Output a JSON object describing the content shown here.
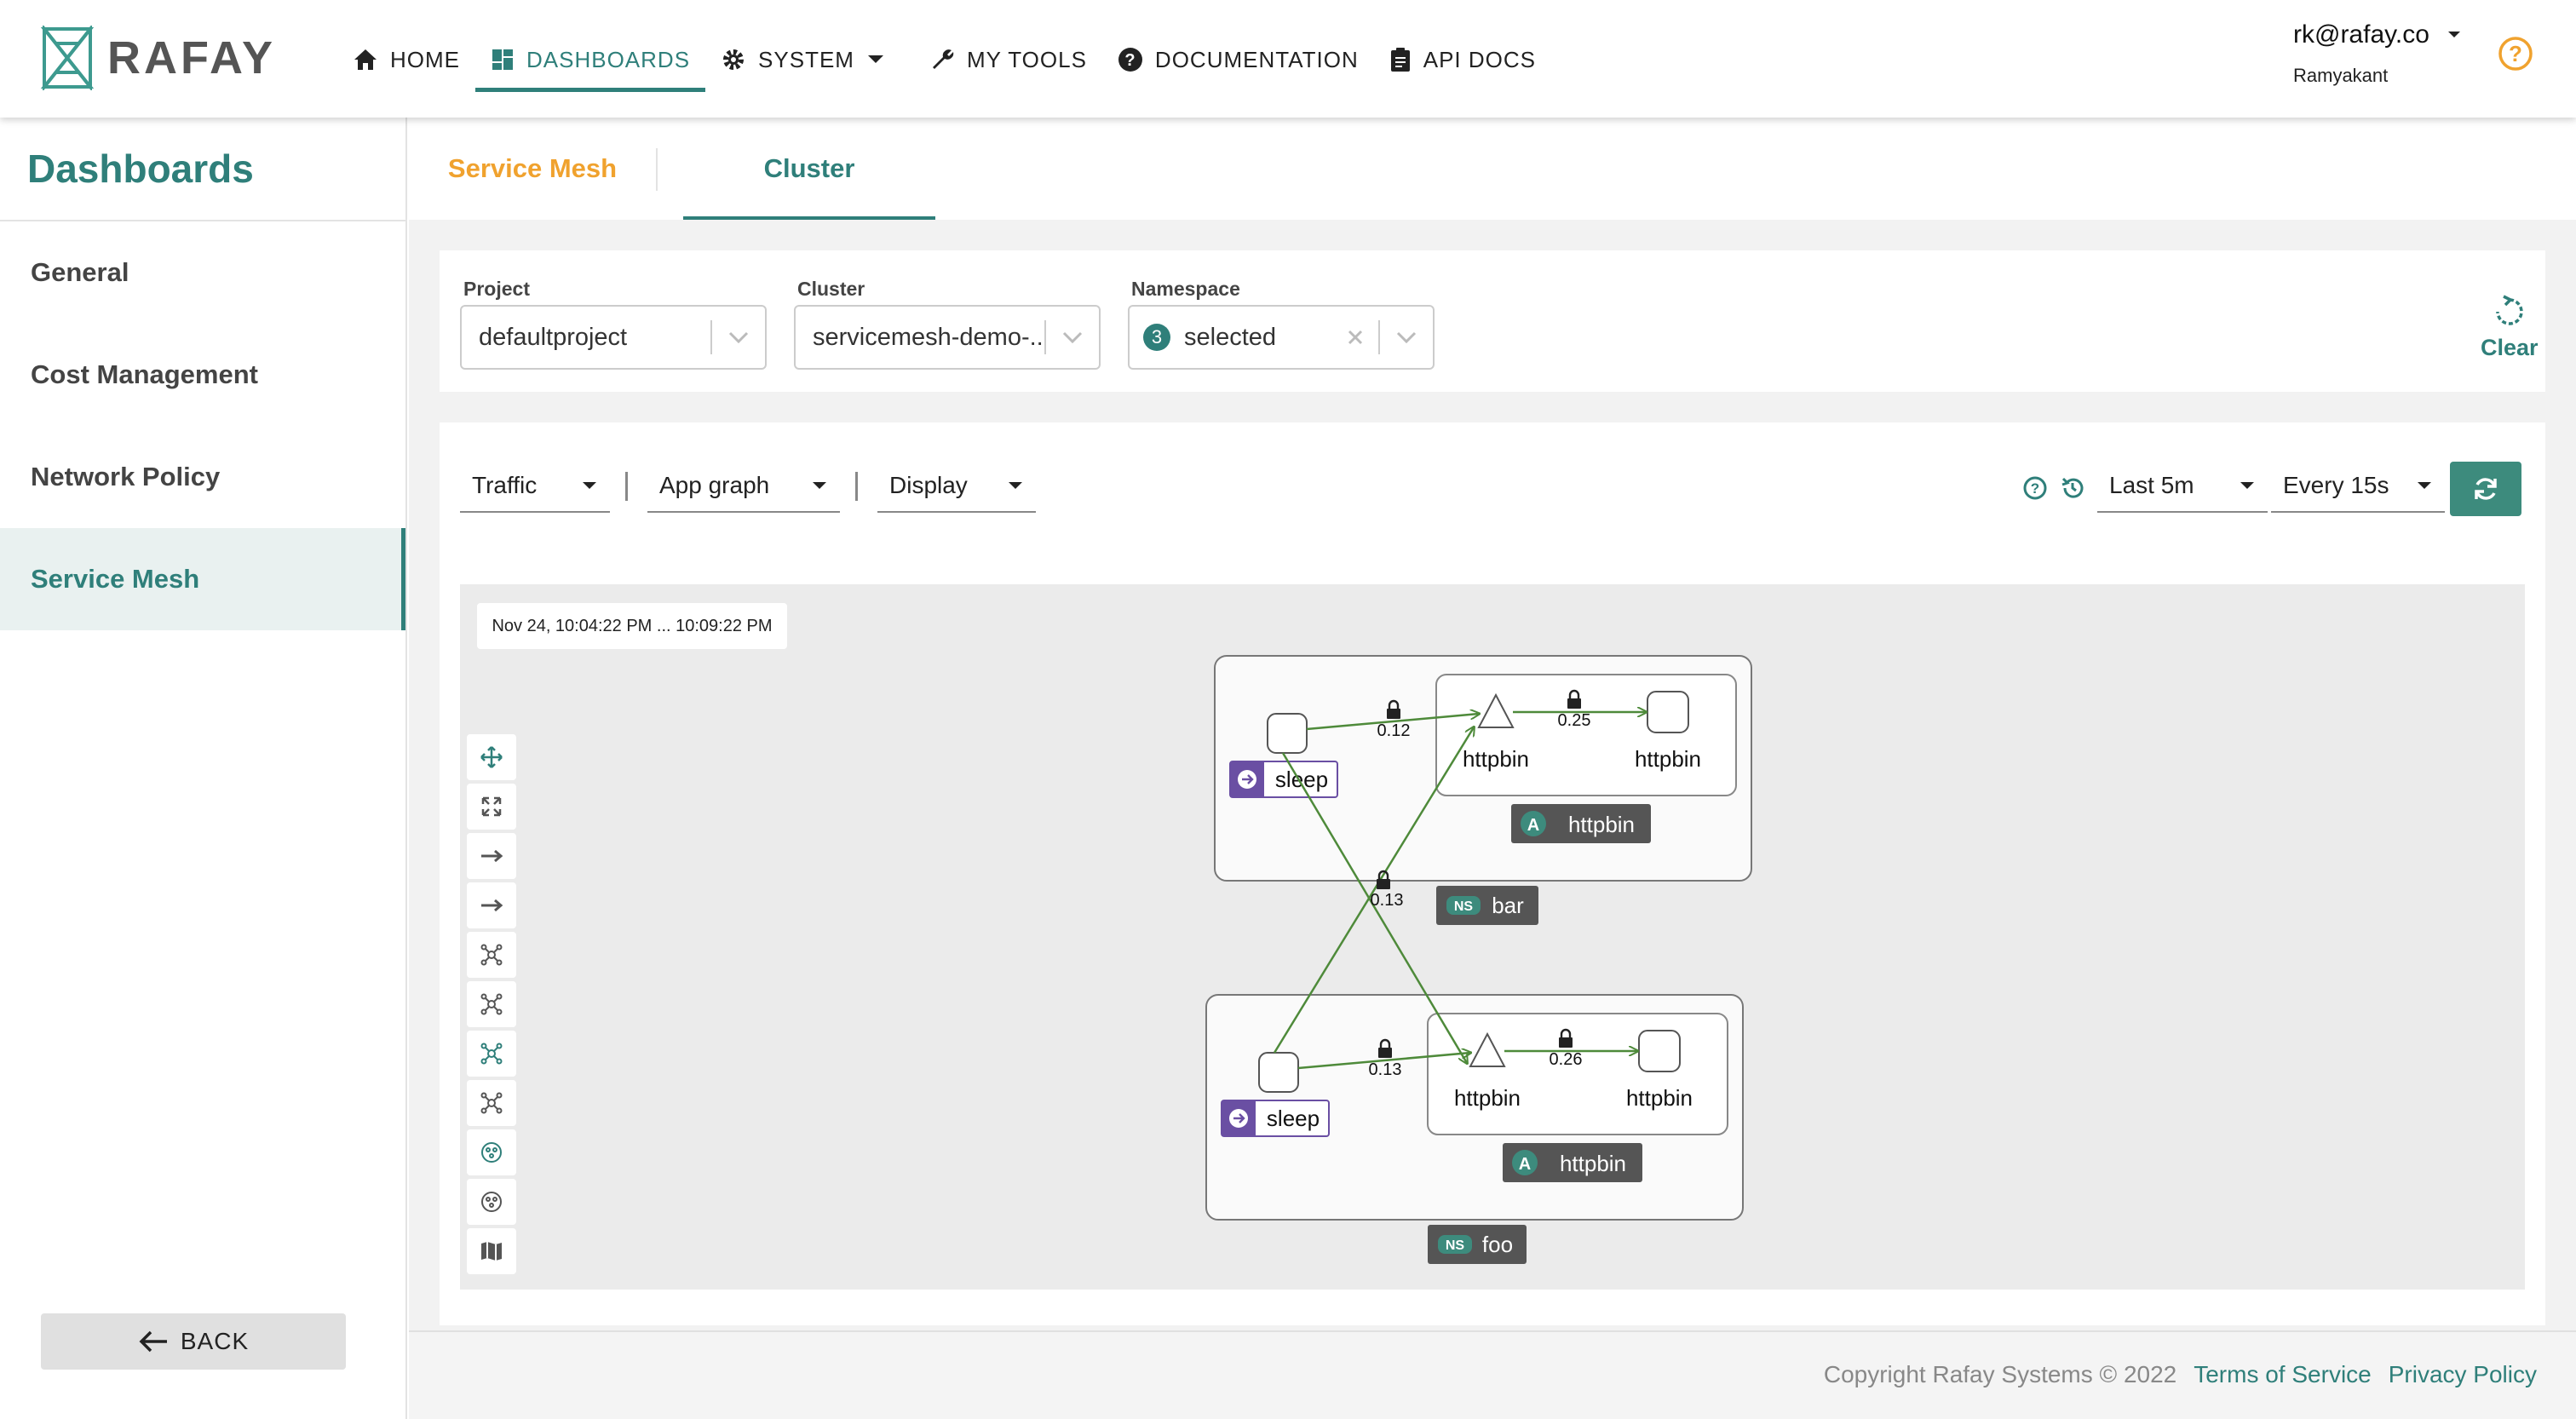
{
  "brand": {
    "name": "RAFAY",
    "accent": "#2f7f7a",
    "orange": "#f0a22e"
  },
  "nav": {
    "items": [
      {
        "label": "HOME",
        "icon": "home-icon"
      },
      {
        "label": "DASHBOARDS",
        "icon": "dashboard-icon",
        "active": true
      },
      {
        "label": "SYSTEM",
        "icon": "gear-icon",
        "dropdown": true
      },
      {
        "label": "MY TOOLS",
        "icon": "wrench-icon"
      },
      {
        "label": "DOCUMENTATION",
        "icon": "question-circle-icon"
      },
      {
        "label": "API DOCS",
        "icon": "clipboard-icon"
      }
    ]
  },
  "user": {
    "email": "rk@rafay.co",
    "name": "Ramyakant"
  },
  "sidebar": {
    "title": "Dashboards",
    "items": [
      {
        "label": "General"
      },
      {
        "label": "Cost Management"
      },
      {
        "label": "Network Policy"
      },
      {
        "label": "Service Mesh",
        "active": true
      }
    ],
    "back_label": "BACK"
  },
  "tabs": [
    {
      "label": "Service Mesh"
    },
    {
      "label": "Cluster",
      "active": true
    }
  ],
  "filters": {
    "project": {
      "label": "Project",
      "value": "defaultproject"
    },
    "cluster": {
      "label": "Cluster",
      "value": "servicemesh-demo-..."
    },
    "namespace": {
      "label": "Namespace",
      "count": "3",
      "value": "selected"
    },
    "clear_label": "Clear"
  },
  "graph_controls": {
    "traffic": "Traffic",
    "graph_type": "App graph",
    "display": "Display",
    "duration": "Last 5m",
    "refresh_interval": "Every 15s"
  },
  "graph": {
    "timestamp": "Nov 24, 10:04:22 PM ... 10:09:22 PM",
    "namespaces": [
      {
        "name": "bar",
        "ns_badge": "NS",
        "app_badge": "A",
        "app": "httpbin",
        "source": "sleep",
        "service": "httpbin",
        "workload": "httpbin",
        "edge_source_service": "0.12",
        "edge_service_workload": "0.25"
      },
      {
        "name": "foo",
        "ns_badge": "NS",
        "app_badge": "A",
        "app": "httpbin",
        "source": "sleep",
        "service": "httpbin",
        "workload": "httpbin",
        "edge_source_service": "0.13",
        "edge_service_workload": "0.26"
      }
    ],
    "cross_edge_label": "0.13",
    "edge_color": "#4e8a3a"
  },
  "footer": {
    "copyright": "Copyright Rafay Systems © 2022",
    "terms": "Terms of Service",
    "privacy": "Privacy Policy"
  }
}
